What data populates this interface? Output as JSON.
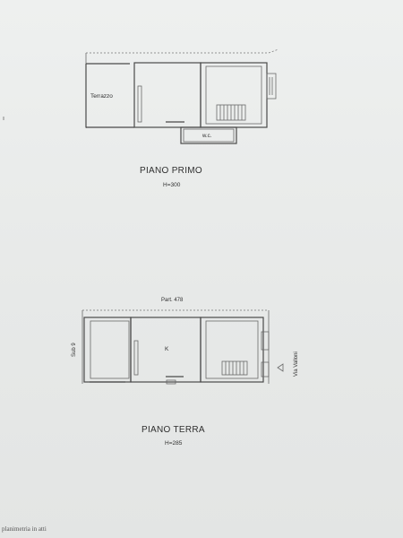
{
  "upper_floor": {
    "title": "PIANO PRIMO",
    "height": "H=300",
    "room_terrace": "Terrazzo",
    "room_wc": "w.c."
  },
  "ground_floor": {
    "title": "PIANO TERRA",
    "height": "H=285",
    "room_kitchen": "K",
    "parcel": "Part. 478",
    "sub_ref": "Sub 9",
    "street": "Via Valloni"
  },
  "footer": {
    "note": "planimetria in atti"
  }
}
